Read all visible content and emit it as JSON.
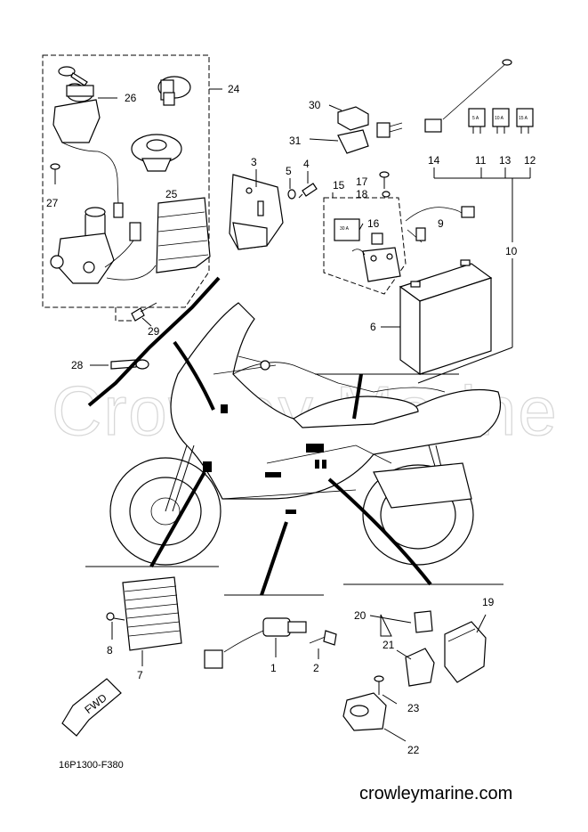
{
  "watermark": "Crowley Marine",
  "diagram_code": "16P1300-F380",
  "footer_url": "crowleymarine.com",
  "fwd_label": "FWD",
  "fuse_labels": {
    "f30": "30 A",
    "f5": "5 A",
    "f10": "10 A",
    "f15": "15 A"
  },
  "callouts": {
    "c1": "1",
    "c2": "2",
    "c3": "3",
    "c4": "4",
    "c5": "5",
    "c6": "6",
    "c7": "7",
    "c8": "8",
    "c9": "9",
    "c10": "10",
    "c11": "11",
    "c12": "12",
    "c13": "13",
    "c14": "14",
    "c15": "15",
    "c16": "16",
    "c17": "17",
    "c18": "18",
    "c19": "19",
    "c20": "20",
    "c21": "21",
    "c22": "22",
    "c23": "23",
    "c24": "24",
    "c25": "25",
    "c26": "26",
    "c27": "27",
    "c28": "28",
    "c29": "29",
    "c30": "30",
    "c31": "31"
  }
}
